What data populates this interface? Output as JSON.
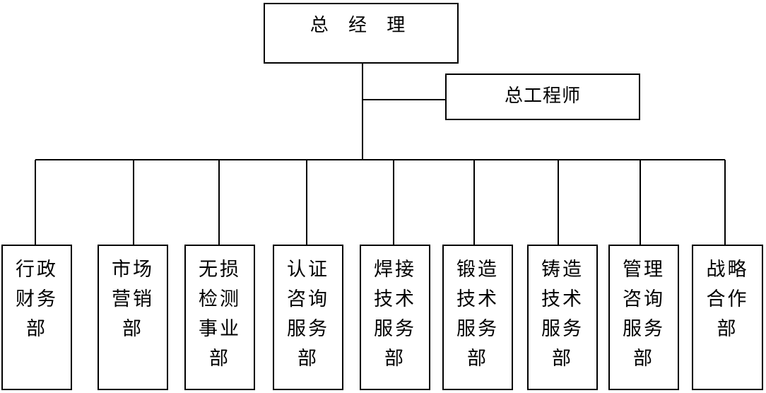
{
  "top": {
    "ceo": "总 经 理",
    "chief_engineer": "总工程师"
  },
  "departments": [
    {
      "lines": [
        "行政",
        "财务",
        "部"
      ]
    },
    {
      "lines": [
        "市场",
        "营销",
        "部"
      ]
    },
    {
      "lines": [
        "无损",
        "检测",
        "事业",
        "部"
      ]
    },
    {
      "lines": [
        "认证",
        "咨询",
        "服务",
        "部"
      ]
    },
    {
      "lines": [
        "焊接",
        "技术",
        "服务",
        "部"
      ]
    },
    {
      "lines": [
        "锻造",
        "技术",
        "服务",
        "部"
      ]
    },
    {
      "lines": [
        "铸造",
        "技术",
        "服务",
        "部"
      ]
    },
    {
      "lines": [
        "管理",
        "咨询",
        "服务",
        "部"
      ]
    },
    {
      "lines": [
        "战略",
        "合作",
        "部"
      ]
    }
  ],
  "colors": {
    "line": "#000000",
    "box_border": "#000000",
    "background": "#ffffff"
  }
}
